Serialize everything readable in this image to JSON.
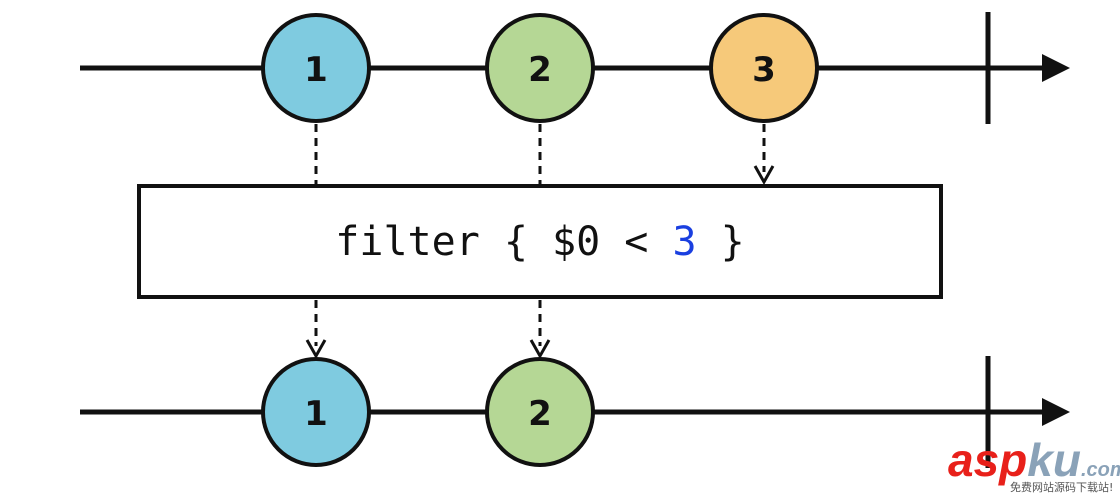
{
  "diagram": {
    "colors": {
      "line": "#111111",
      "marble_1": "#7fcbe0",
      "marble_2": "#b5d795",
      "marble_3": "#f6c97a",
      "operator_number": "#1a3fe0"
    },
    "source_stream": {
      "marbles": [
        {
          "label": "1",
          "color_key": "marble_1",
          "passes": true
        },
        {
          "label": "2",
          "color_key": "marble_2",
          "passes": true
        },
        {
          "label": "3",
          "color_key": "marble_3",
          "passes": false
        }
      ]
    },
    "operator": {
      "prefix": "filter { $0 < ",
      "number": "3",
      "suffix": " }"
    },
    "result_stream": {
      "marbles": [
        {
          "label": "1",
          "color_key": "marble_1"
        },
        {
          "label": "2",
          "color_key": "marble_2"
        }
      ]
    }
  },
  "watermark": {
    "text_main": "asp",
    "text_ku": "ku",
    "text_com": ".com",
    "subtitle": "免费网站源码下载站!",
    "color_main": "#e8201a",
    "color_ku": "#8aa2b8"
  }
}
